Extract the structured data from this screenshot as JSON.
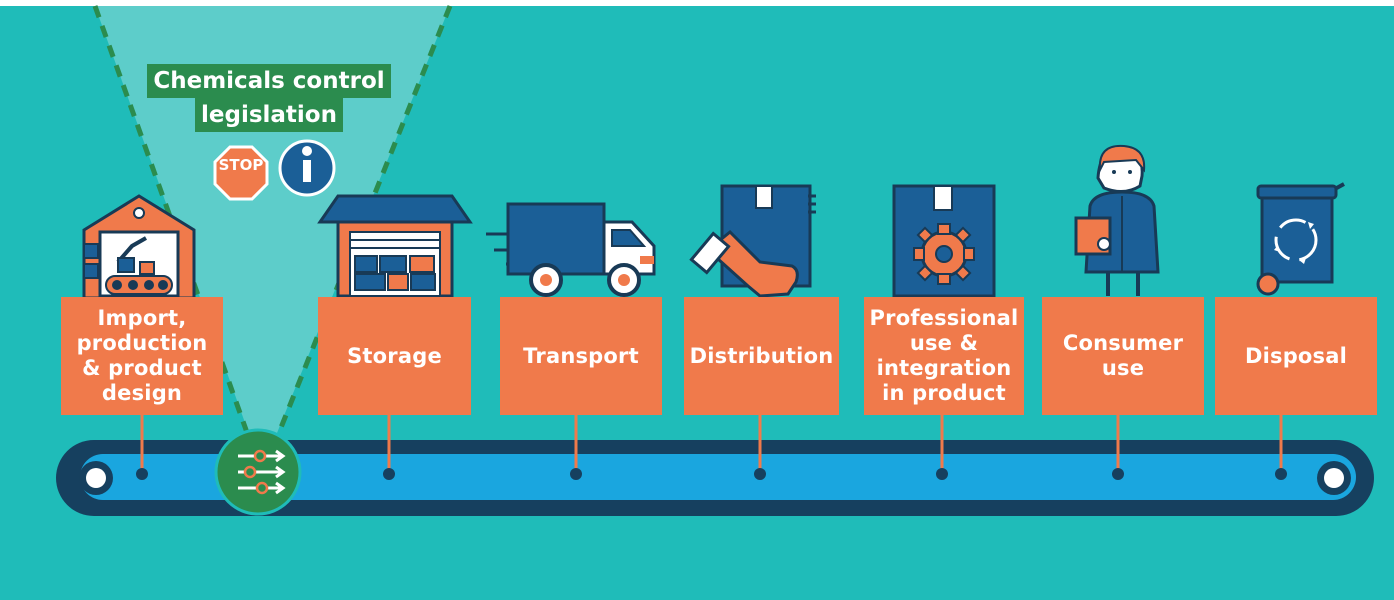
{
  "colors": {
    "background": "#1fbcb9",
    "top_border": "#ffffff",
    "stage_box": "#f07a4b",
    "stage_text": "#ffffff",
    "belt_outer": "#16405f",
    "belt_inner": "#1aa6df",
    "legislation_green": "#2b8c4e",
    "dark_blue": "#1b5f97",
    "outline": "#183a56"
  },
  "legislation": {
    "title_line1": "Chemicals control",
    "title_line2": "legislation",
    "stop_sign_text": "STOP",
    "info_icon_text": "i"
  },
  "stages": [
    {
      "label": "Import,\nproduction\n& product\ndesign",
      "icon": "factory-icon"
    },
    {
      "label": "Storage",
      "icon": "warehouse-icon"
    },
    {
      "label": "Transport",
      "icon": "truck-icon"
    },
    {
      "label": "Distribution",
      "icon": "hand-holding-box-icon"
    },
    {
      "label": "Professional\nuse &\nintegration\nin product",
      "icon": "box-with-gear-icon"
    },
    {
      "label": "Consumer\nuse",
      "icon": "person-holding-box-icon"
    },
    {
      "label": "Disposal",
      "icon": "recycling-bin-icon"
    }
  ],
  "belt": {
    "control_icon": "process-arrows-icon"
  }
}
